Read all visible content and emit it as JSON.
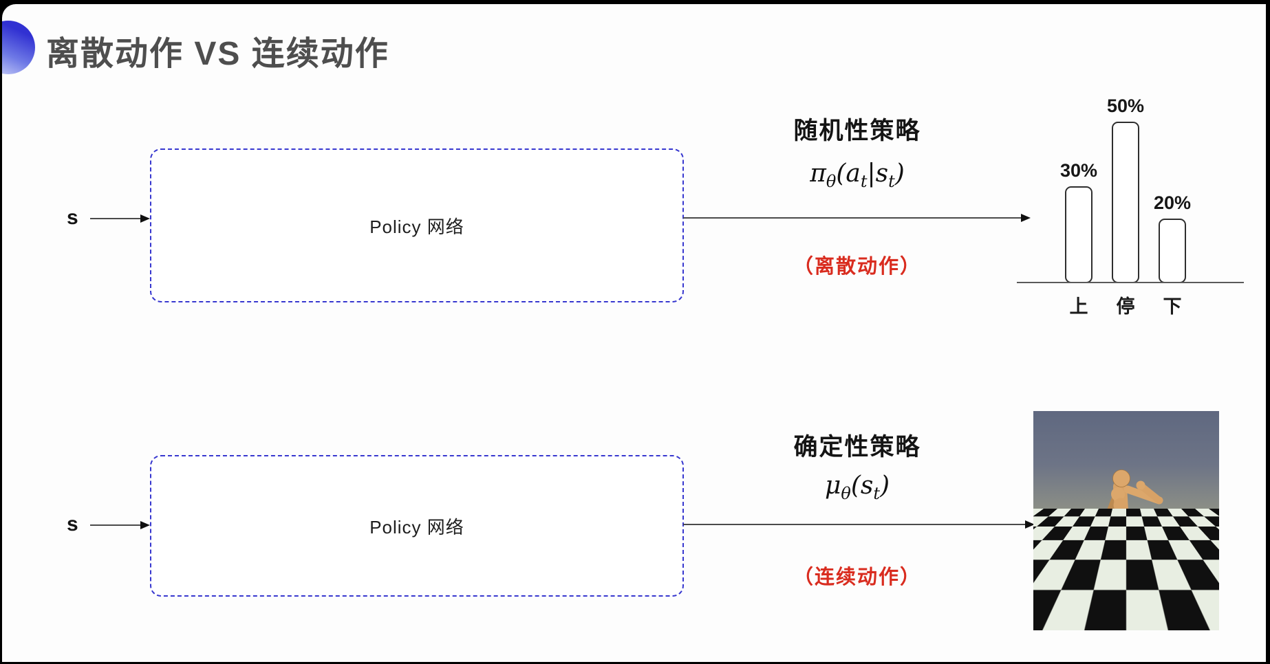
{
  "slide": {
    "title": "离散动作 VS 连续动作"
  },
  "colors": {
    "accent_blue": "#3737cf",
    "highlight_red": "#d92c1f",
    "title_gray": "#4e4e4e"
  },
  "row1": {
    "input_label": "s",
    "box_label": "Policy 网络",
    "policy_type": "随机性策略",
    "formula_parts": [
      "π",
      "θ",
      "(a",
      "t",
      "|s",
      "t",
      ")"
    ],
    "action_note": "（离散动作）"
  },
  "row2": {
    "input_label": "s",
    "box_label": "Policy 网络",
    "policy_type": "确定性策略",
    "formula_parts": [
      "μ",
      "θ",
      "(s",
      "t",
      ")"
    ],
    "action_note": "（连续动作）"
  },
  "chart_data": {
    "type": "bar",
    "title": "",
    "categories": [
      "上",
      "停",
      "下"
    ],
    "values": [
      30,
      50,
      20
    ],
    "value_labels": [
      "30%",
      "50%",
      "20%"
    ],
    "ylim": [
      0,
      55
    ],
    "grid": false,
    "legend": false,
    "bar_style": "outlined white bars with rounded corners on a baseline"
  }
}
